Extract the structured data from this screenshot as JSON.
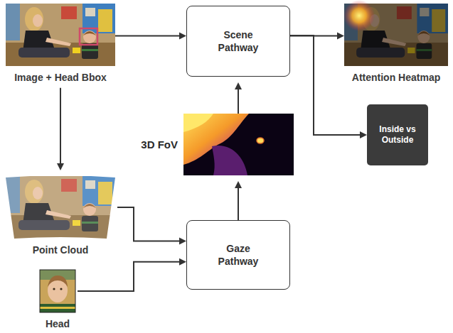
{
  "diagram": {
    "nodes": [
      {
        "text": [
          "Image + Head Bbox"
        ]
      },
      {
        "text": [
          "Scene Pathway"
        ]
      },
      {
        "text": [
          "Attention Heatmap"
        ]
      },
      {
        "text": [
          "3D FoV"
        ]
      },
      {
        "text": [
          "Inside vs Outside"
        ]
      },
      {
        "text": [
          "Point Cloud"
        ]
      },
      {
        "text": [
          "Gaze Pathway"
        ]
      },
      {
        "text": [
          "Head"
        ]
      }
    ],
    "edges": [
      {
        "from": 0,
        "to": 1,
        "arrow": "to"
      },
      {
        "from": 1,
        "to": 2,
        "arrow": "to"
      },
      {
        "from": 1,
        "to": 4,
        "arrow": "to"
      },
      {
        "from": 0,
        "to": 5,
        "arrow": "to"
      },
      {
        "from": 5,
        "to": 6,
        "arrow": "to"
      },
      {
        "from": 7,
        "to": 6,
        "arrow": "to"
      },
      {
        "from": 6,
        "to": 3,
        "arrow": "to"
      },
      {
        "from": 3,
        "to": 1,
        "arrow": "to"
      }
    ]
  }
}
